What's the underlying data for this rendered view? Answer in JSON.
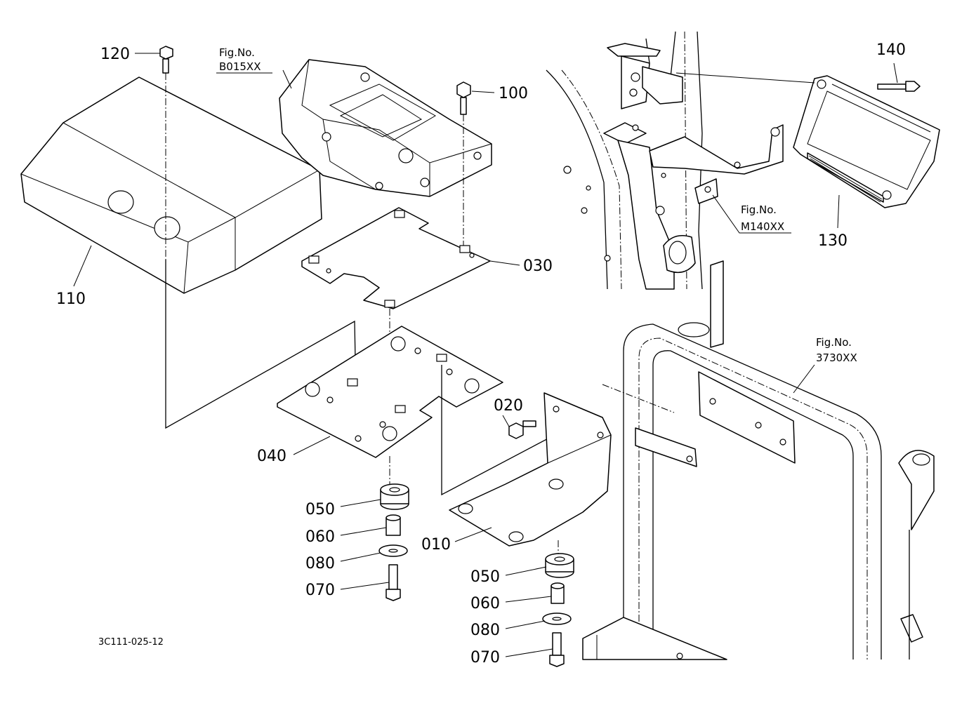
{
  "figure_code": "3C111-025-12",
  "labels": {
    "p010": "010",
    "p020": "020",
    "p030": "030",
    "p040": "040",
    "p050a": "050",
    "p050b": "050",
    "p060a": "060",
    "p060b": "060",
    "p070a": "070",
    "p070b": "070",
    "p080a": "080",
    "p080b": "080",
    "p100": "100",
    "p110": "110",
    "p120": "120",
    "p130": "130",
    "p140": "140"
  },
  "references": {
    "b015": {
      "title": "Fig.No.",
      "code": "B015XX"
    },
    "m140": {
      "title": "Fig.No.",
      "code": "M140XX"
    },
    "f3730": {
      "title": "Fig.No.",
      "code": "3730XX"
    }
  }
}
